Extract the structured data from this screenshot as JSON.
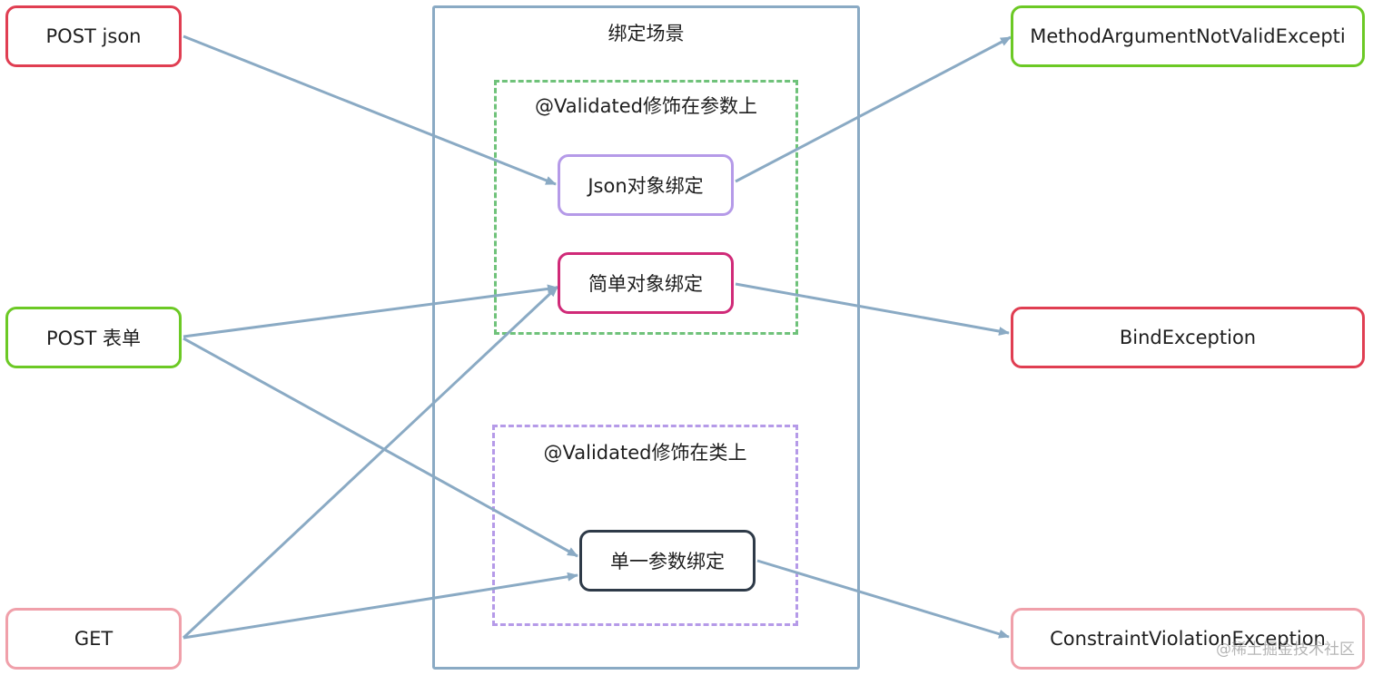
{
  "container": {
    "title": "绑定场景"
  },
  "groups": {
    "param_group": {
      "title": "@Validated修饰在参数上"
    },
    "class_group": {
      "title": "@Validated修饰在类上"
    }
  },
  "inputs": {
    "post_json": "POST json",
    "post_form": "POST 表单",
    "get": "GET"
  },
  "bindings": {
    "json_binding": "Json对象绑定",
    "simple_binding": "简单对象绑定",
    "single_param_binding": "单一参数绑定"
  },
  "exceptions": {
    "method_argument": "MethodArgumentNotValidExcepti",
    "bind": "BindException",
    "constraint": "ConstraintViolationException"
  },
  "watermark": "@稀土掘金技术社区",
  "colors": {
    "edge": "#8aaac4",
    "container": "#8aaac4",
    "red": "#e03e52",
    "green": "#6cc925",
    "pink": "#f0a0aa",
    "purple": "#b59ae8",
    "magenta": "#d02a78",
    "dark": "#2e3a48",
    "green_dashed": "#6fc27a",
    "purple_dashed": "#b59ae8"
  }
}
